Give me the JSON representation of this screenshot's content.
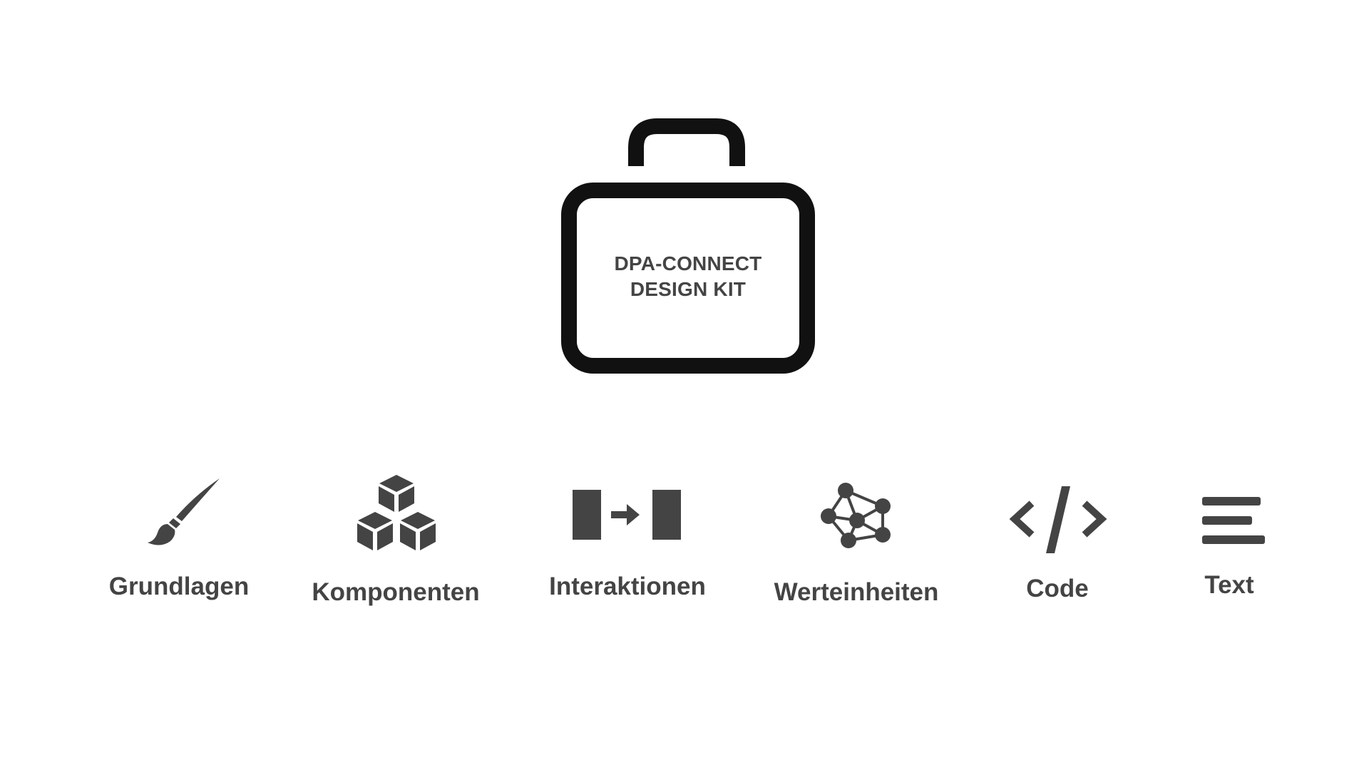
{
  "kit": {
    "line1": "DPA-CONNECT",
    "line2": "DESIGN KIT",
    "icon": "toolbox-icon"
  },
  "colors": {
    "outline": "#111111",
    "icon": "#444444",
    "text": "#444444",
    "background": "#ffffff"
  },
  "categories": [
    {
      "label": "Grundlagen",
      "icon": "paintbrush-icon"
    },
    {
      "label": "Komponenten",
      "icon": "cubes-icon"
    },
    {
      "label": "Interaktionen",
      "icon": "transition-arrow-icon"
    },
    {
      "label": "Werteinheiten",
      "icon": "network-nodes-icon"
    },
    {
      "label": "Code",
      "icon": "code-brackets-icon"
    },
    {
      "label": "Text",
      "icon": "text-lines-icon"
    }
  ]
}
